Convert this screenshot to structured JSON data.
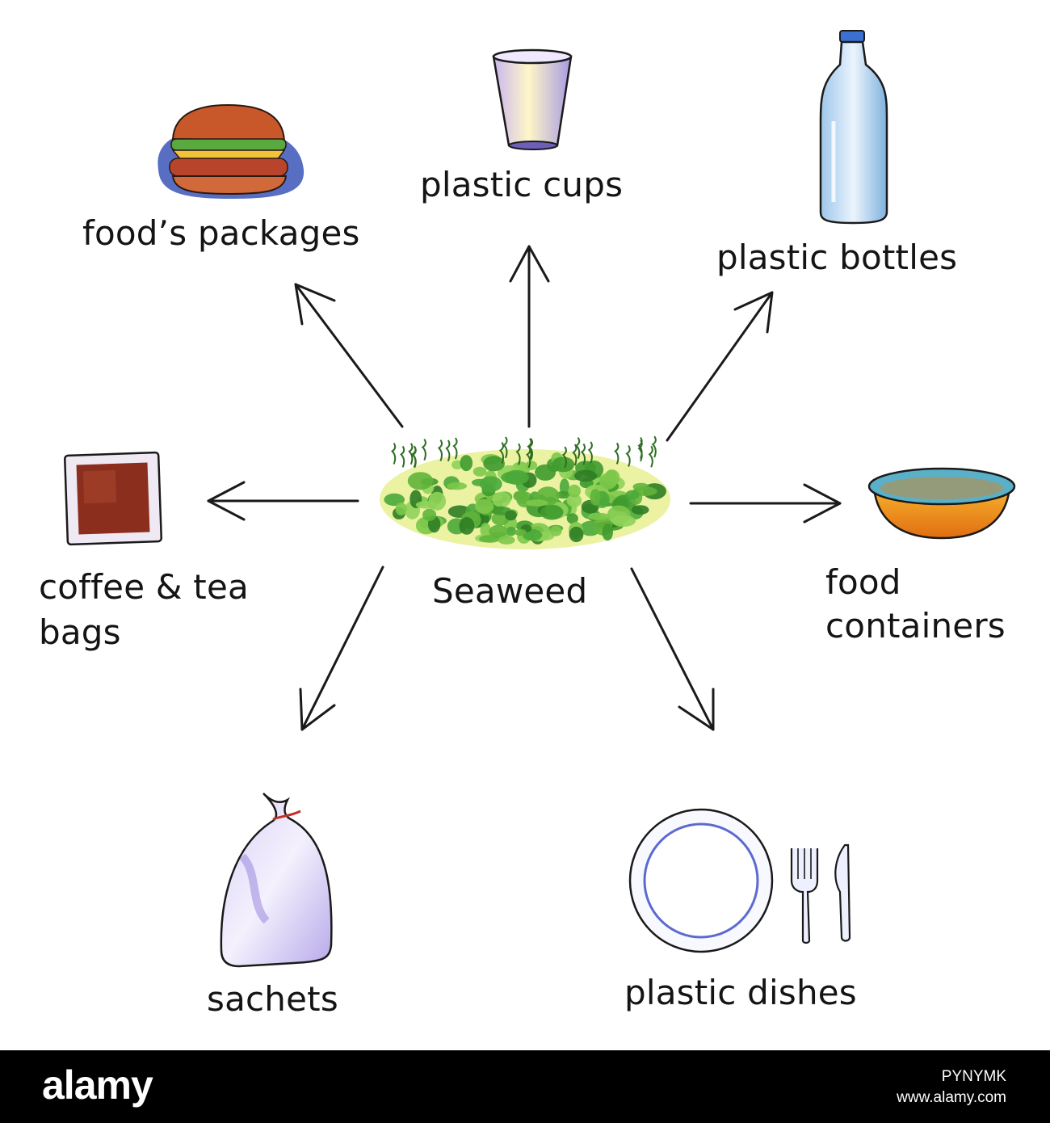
{
  "center": {
    "label": "Seaweed"
  },
  "items": [
    {
      "id": "food-packages",
      "label": "food’s packages"
    },
    {
      "id": "plastic-cups",
      "label": "plastic cups"
    },
    {
      "id": "plastic-bottles",
      "label": "plastic bottles"
    },
    {
      "id": "coffee-tea-bags",
      "label_line1": "coffee & tea",
      "label_line2": "bags"
    },
    {
      "id": "food-containers",
      "label_line1": "food",
      "label_line2": "containers"
    },
    {
      "id": "sachets",
      "label": "sachets"
    },
    {
      "id": "plastic-dishes",
      "label": "plastic dishes"
    }
  ],
  "footer": {
    "brand": "alamy",
    "image_id": "PYNYMK",
    "site": "www.alamy.com"
  },
  "colors": {
    "seaweed_green": "#5fb43a",
    "arrow": "#1a1a1a",
    "footer_bg": "#000000"
  },
  "icons": [
    "burger-icon",
    "cup-icon",
    "bottle-icon",
    "tea-bag-icon",
    "bowl-icon",
    "sachet-icon",
    "plate-cutlery-icon",
    "seaweed-icon"
  ]
}
